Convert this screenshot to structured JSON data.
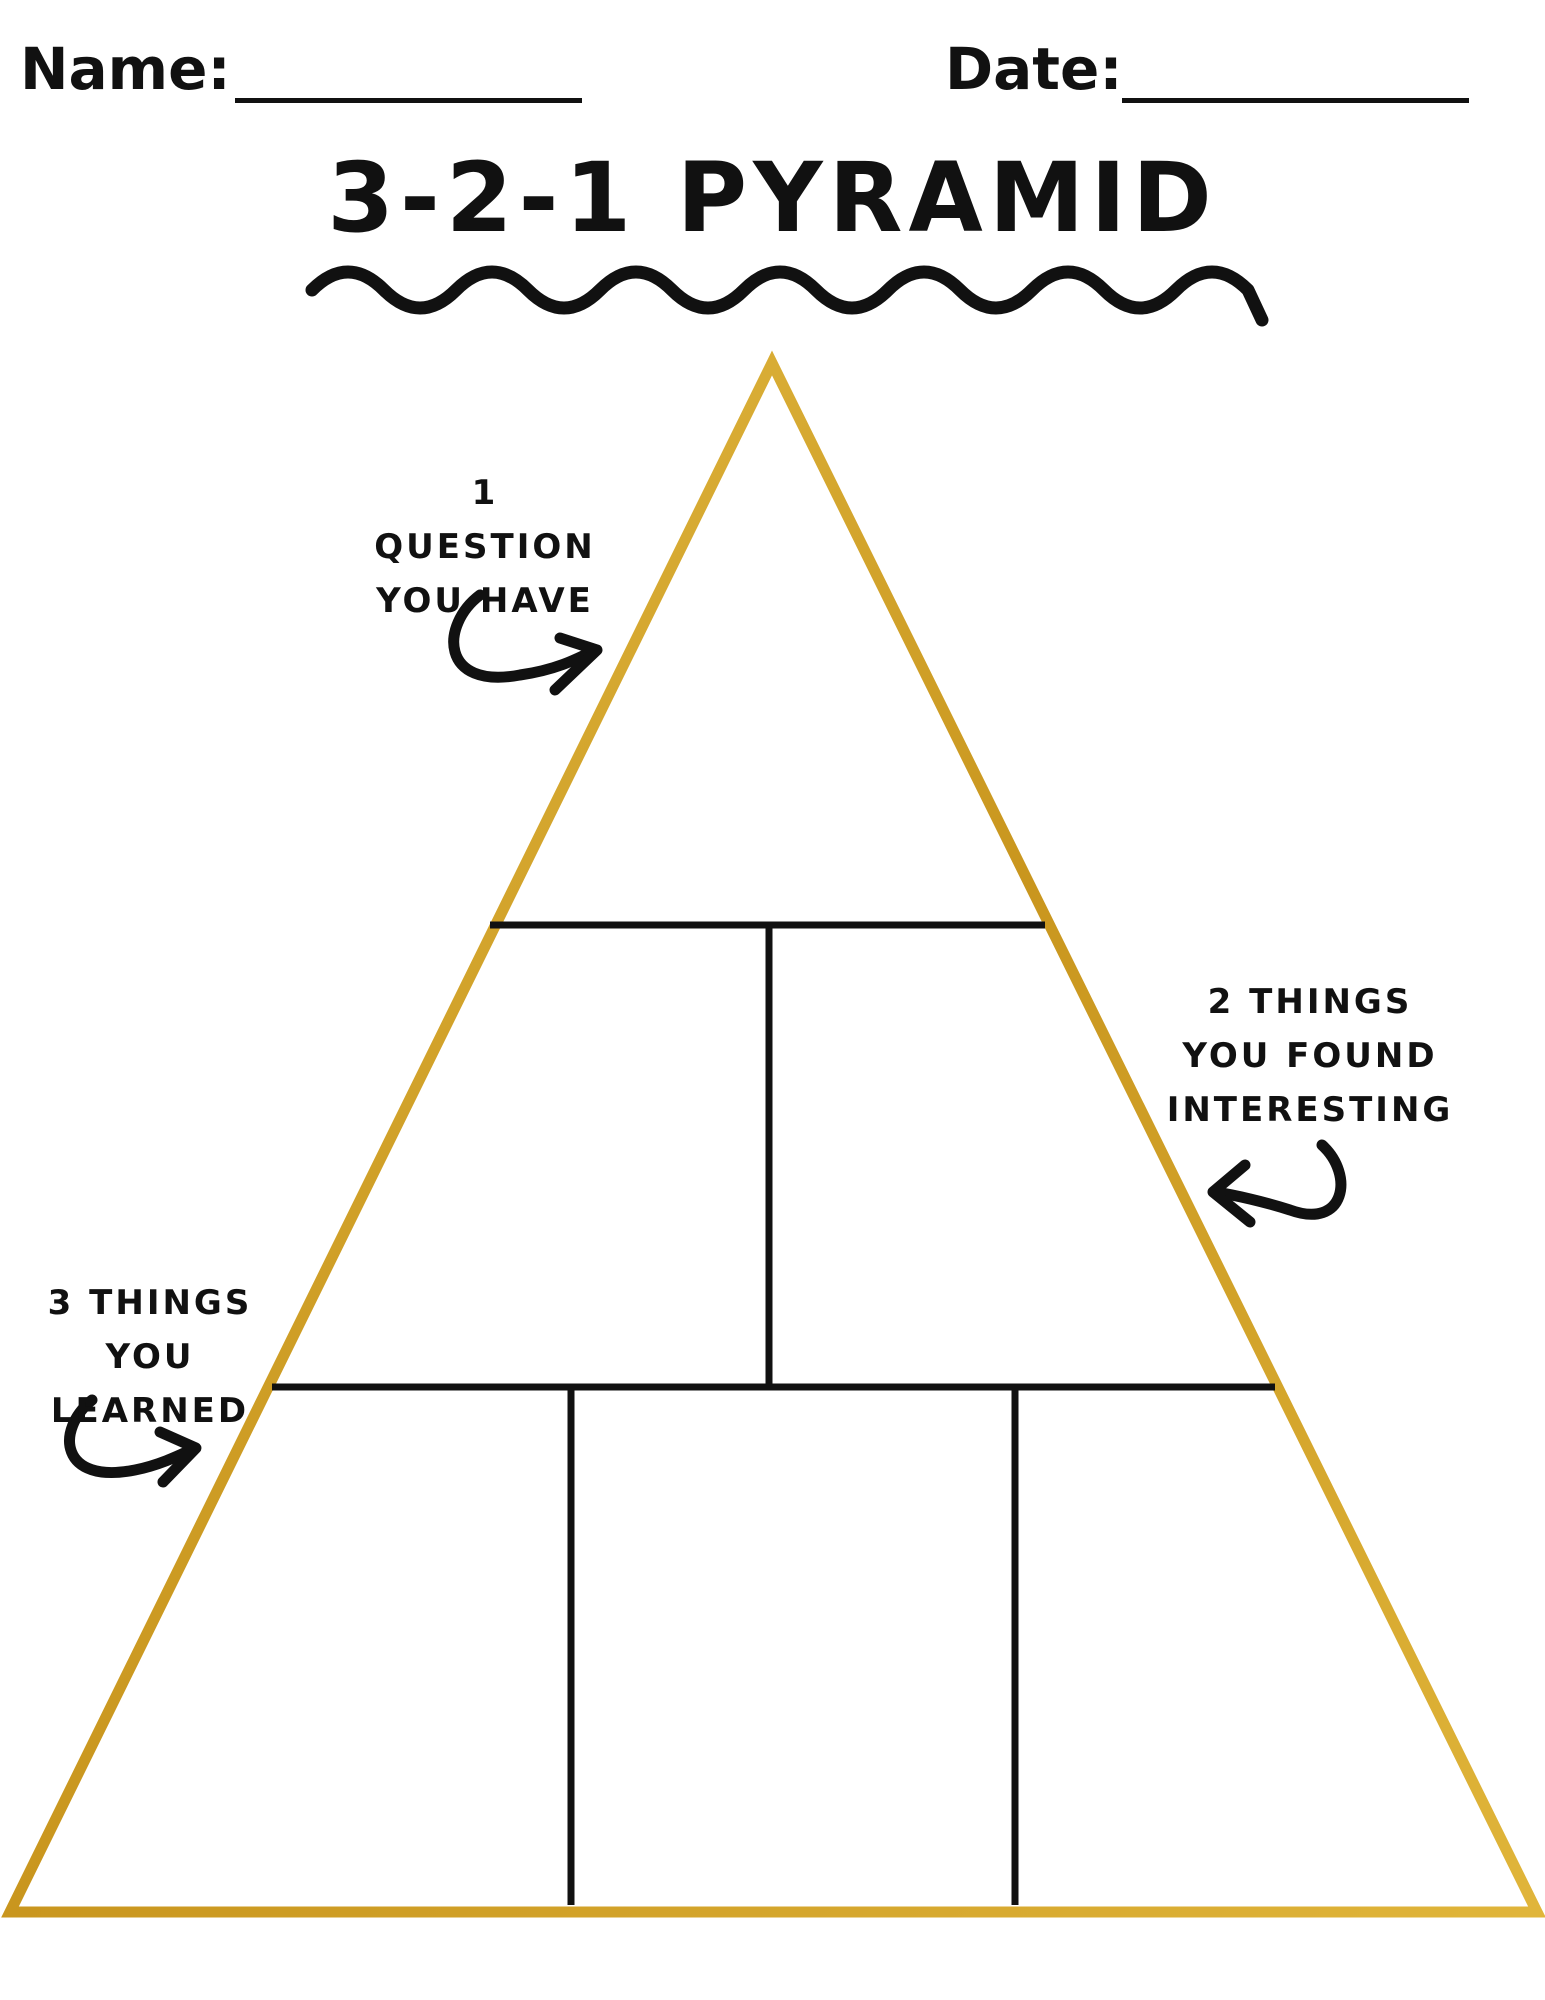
{
  "header": {
    "name_label": "Name:",
    "date_label": "Date:"
  },
  "title": "3-2-1 PYRAMID",
  "annotations": {
    "top": [
      "1 QUESTION",
      "YOU HAVE"
    ],
    "right": [
      "2 THINGS",
      "YOU FOUND",
      "INTERESTING"
    ],
    "left": [
      "3 THINGS",
      "YOU LEARNED"
    ]
  },
  "colors": {
    "pyramid_outline": "#d4a72c",
    "ink": "#111111"
  }
}
